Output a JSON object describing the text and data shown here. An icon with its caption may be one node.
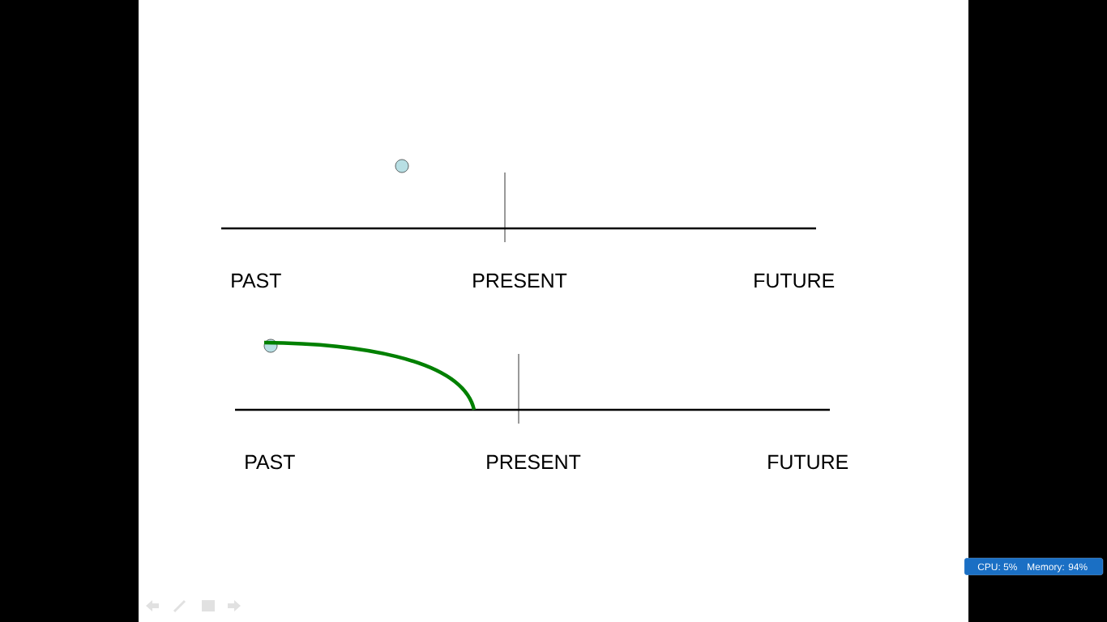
{
  "diagram": {
    "labels": [
      "PAST",
      "PRESENT",
      "FUTURE",
      "PAST",
      "PRESENT",
      "FUTURE",
      "CPU: 5%",
      "Memory: 94%"
    ]
  }
}
